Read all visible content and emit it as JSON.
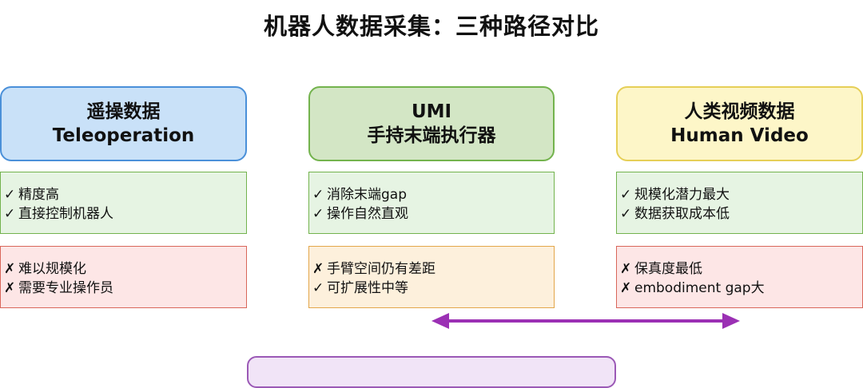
{
  "title": "机器人数据采集：三种路径对比",
  "columns": [
    {
      "header_line1": "遥操数据",
      "header_line2": "Teleoperation",
      "header_bg": "#c9e1f8",
      "header_border": "#4a90d9",
      "pros": [
        {
          "mark": "✓",
          "text": "精度高"
        },
        {
          "mark": "✓",
          "text": "直接控制机器人"
        }
      ],
      "pros_bg": "#e6f4e3",
      "pros_border": "#73b34d",
      "cons": [
        {
          "mark": "✗",
          "text": "难以规模化"
        },
        {
          "mark": "✗",
          "text": "需要专业操作员"
        }
      ],
      "cons_bg": "#fde6e6",
      "cons_border": "#d9665a"
    },
    {
      "header_line1": "UMI",
      "header_line2": "手持末端执行器",
      "header_bg": "#d3e6c5",
      "header_border": "#73b34d",
      "pros": [
        {
          "mark": "✓",
          "text": "消除末端gap"
        },
        {
          "mark": "✓",
          "text": "操作自然直观"
        }
      ],
      "pros_bg": "#e6f4e3",
      "pros_border": "#73b34d",
      "cons": [
        {
          "mark": "✗",
          "text": "手臂空间仍有差距"
        },
        {
          "mark": "✓",
          "text": "可扩展性中等"
        }
      ],
      "cons_bg": "#fdf0dc",
      "cons_border": "#e3a64a"
    },
    {
      "header_line1": "人类视频数据",
      "header_line2": "Human Video",
      "header_bg": "#fdf6c8",
      "header_border": "#e6cf57",
      "pros": [
        {
          "mark": "✓",
          "text": "规模化潜力最大"
        },
        {
          "mark": "✓",
          "text": "数据获取成本低"
        }
      ],
      "pros_bg": "#e6f4e3",
      "pros_border": "#73b34d",
      "cons": [
        {
          "mark": "✗",
          "text": "保真度最低"
        },
        {
          "mark": "✗",
          "text": "embodiment gap大"
        }
      ],
      "cons_bg": "#fde6e6",
      "cons_border": "#d9665a"
    }
  ],
  "arrow_color": "#9b30b4"
}
